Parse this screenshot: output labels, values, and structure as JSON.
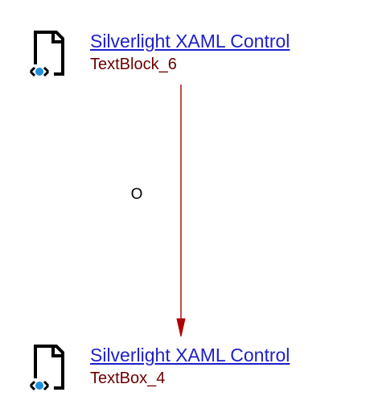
{
  "colors": {
    "link_title": "#1f1fc8",
    "subtitle": "#6b0000",
    "connector": "#b00000",
    "icon_ink": "#000000",
    "icon_accent": "#1f8fe0"
  },
  "source_node": {
    "title": "Silverlight XAML Control",
    "subtitle": "TextBlock_6",
    "icon": "silverlight-xaml-document-icon"
  },
  "target_node": {
    "title": "Silverlight XAML Control",
    "subtitle": "TextBox_4",
    "icon": "silverlight-xaml-document-icon"
  },
  "connector": {
    "marker": "O"
  }
}
